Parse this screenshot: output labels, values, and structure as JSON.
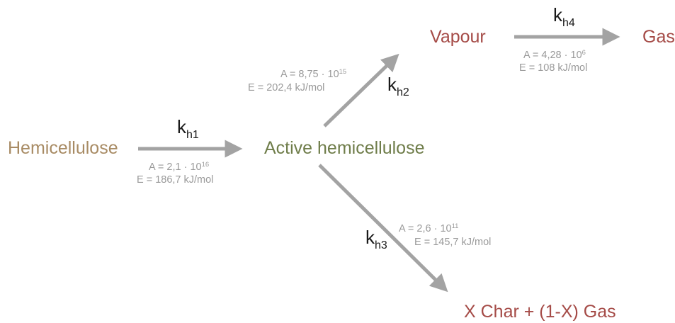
{
  "colors": {
    "arrow": "#a3a3a3",
    "hemicellulose": "#a88b64",
    "active": "#6f7d4a",
    "products": "#a54b47",
    "param": "#9a9a9a",
    "rate": "#1a1a1a"
  },
  "nodes": {
    "hemicellulose": "Hemicellulose",
    "active": "Active hemicellulose",
    "vapour": "Vapour",
    "gas": "Gas",
    "char_gas": "X Char + (1-X) Gas"
  },
  "reactions": {
    "kh1": {
      "k": "k",
      "sub": "h1",
      "A_prefix": "A = 2,1 · 10",
      "A_exp": "16",
      "E": "E = 186,7 kJ/mol"
    },
    "kh2": {
      "k": "k",
      "sub": "h2",
      "A_prefix": "A = 8,75 · 10",
      "A_exp": "15",
      "E": "E = 202,4 kJ/mol"
    },
    "kh3": {
      "k": "k",
      "sub": "h3",
      "A_prefix": "A = 2,6 · 10",
      "A_exp": "11",
      "E": "E = 145,7 kJ/mol"
    },
    "kh4": {
      "k": "k",
      "sub": "h4",
      "A_prefix": "A = 4,28 · 10",
      "A_exp": "6",
      "E": "E = 108 kJ/mol"
    }
  }
}
